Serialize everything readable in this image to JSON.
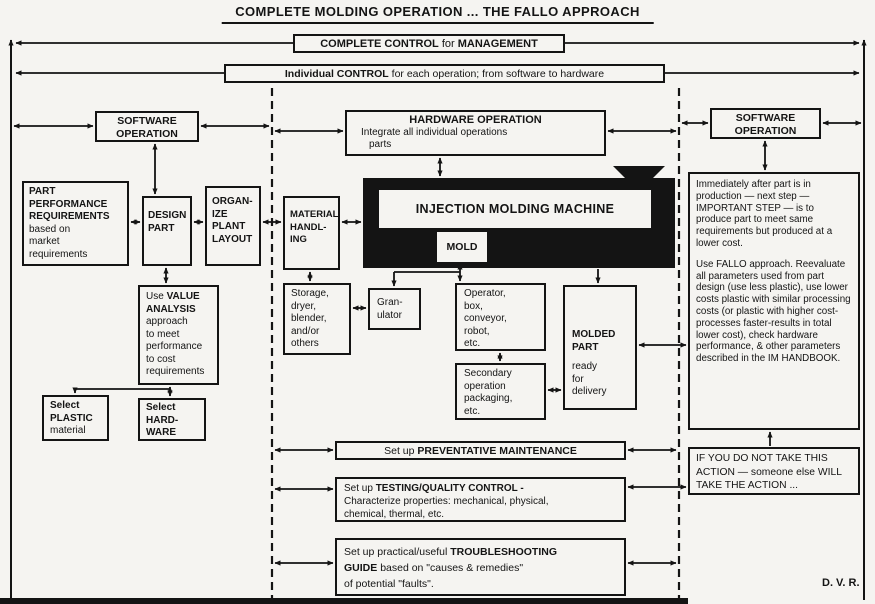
{
  "title": "COMPLETE MOLDING OPERATION ... THE FALLO APPROACH",
  "management_bar": {
    "bold1": "COMPLETE CONTROL",
    "plain": "for",
    "bold2": "MANAGEMENT"
  },
  "individual_bar": {
    "bold1": "Individual CONTROL",
    "plain": "for each operation; from software to hardware"
  },
  "left_software_box": [
    "SOFTWARE",
    "OPERATION"
  ],
  "hardware_box": {
    "heading": "HARDWARE OPERATION",
    "line2": "Integrate all individual operations",
    "line3": "parts"
  },
  "right_software_box": [
    "SOFTWARE",
    "OPERATION"
  ],
  "part_performance_box": {
    "bold": [
      "PART",
      "PERFORMANCE",
      "REQUIREMENTS"
    ],
    "plain": [
      "based on",
      "market",
      "requirements"
    ]
  },
  "design_part_box": [
    "DESIGN",
    "PART"
  ],
  "organize_box": [
    "ORGAN-",
    "IZE",
    "PLANT",
    "LAYOUT"
  ],
  "material_handling_box": [
    "MATERIAL",
    "HANDL-",
    "ING"
  ],
  "machine": {
    "label": "INJECTION MOLDING MACHINE",
    "mold": "MOLD"
  },
  "storage_box": [
    "Storage,",
    "dryer,",
    "blender,",
    "and/or",
    "others"
  ],
  "granulator_box": [
    "Gran-",
    "ulator"
  ],
  "operator_box": [
    "Operator,",
    "box,",
    "conveyor,",
    "robot,",
    "etc."
  ],
  "secondary_box": [
    "Secondary",
    "operation",
    "packaging,",
    "etc."
  ],
  "molded_part_box": {
    "bold": [
      "MOLDED",
      "PART"
    ],
    "plain": [
      "ready",
      "for",
      "delivery"
    ]
  },
  "value_analysis_box": {
    "plain_use": "Use",
    "bold_value": "VALUE",
    "bold_analysis": "ANALYSIS",
    "plain": [
      "approach",
      "to meet",
      "performance",
      "to cost",
      "requirements"
    ]
  },
  "select_plastic_box": {
    "bold": [
      "Select",
      "PLASTIC"
    ],
    "plain": "material"
  },
  "select_hardware_box": [
    "Select",
    "HARD-",
    "WARE"
  ],
  "preventative_bar": {
    "plain": "Set up",
    "bold": "PREVENTATIVE MAINTENANCE"
  },
  "testing_box": {
    "plain1": "Set up",
    "bold1": "TESTING/QUALITY CONTROL -",
    "lines": [
      "Characterize properties: mechanical, physical,",
      "chemical, thermal, etc."
    ]
  },
  "troubleshooting_box": {
    "plain1": "Set up practical/useful",
    "bold1": "TROUBLESHOOTING",
    "bold2": "GUIDE",
    "plain2": "based on \"causes & remedies\"",
    "plain3": "of potential \"faults\"."
  },
  "fallo_text_box": {
    "para1": "Immediately after part is in production — next step — IMPORTANT STEP — is to produce part to meet same requirements but produced at a lower cost.",
    "para2": "Use FALLO approach. Reevaluate all parameters used from part design (use less plastic), use lower costs plastic with similar processing costs (or plastic with higher cost-processes faster-results in total lower cost), check hardware performance, & other parameters described in the IM HANDBOOK."
  },
  "action_box": "IF YOU DO NOT TAKE THIS ACTION — someone else WILL TAKE THE ACTION ...",
  "signature": "D. V. R."
}
